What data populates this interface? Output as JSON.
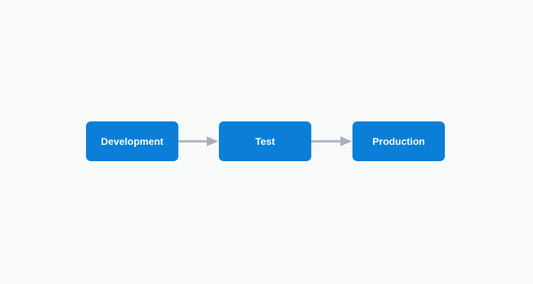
{
  "colors": {
    "background": "#f8f9f9",
    "box_fill": "#0b7fd8",
    "box_text": "#ffffff",
    "arrow": "#a7b1bb"
  },
  "stages": [
    {
      "label": "Development"
    },
    {
      "label": "Test"
    },
    {
      "label": "Production"
    }
  ]
}
